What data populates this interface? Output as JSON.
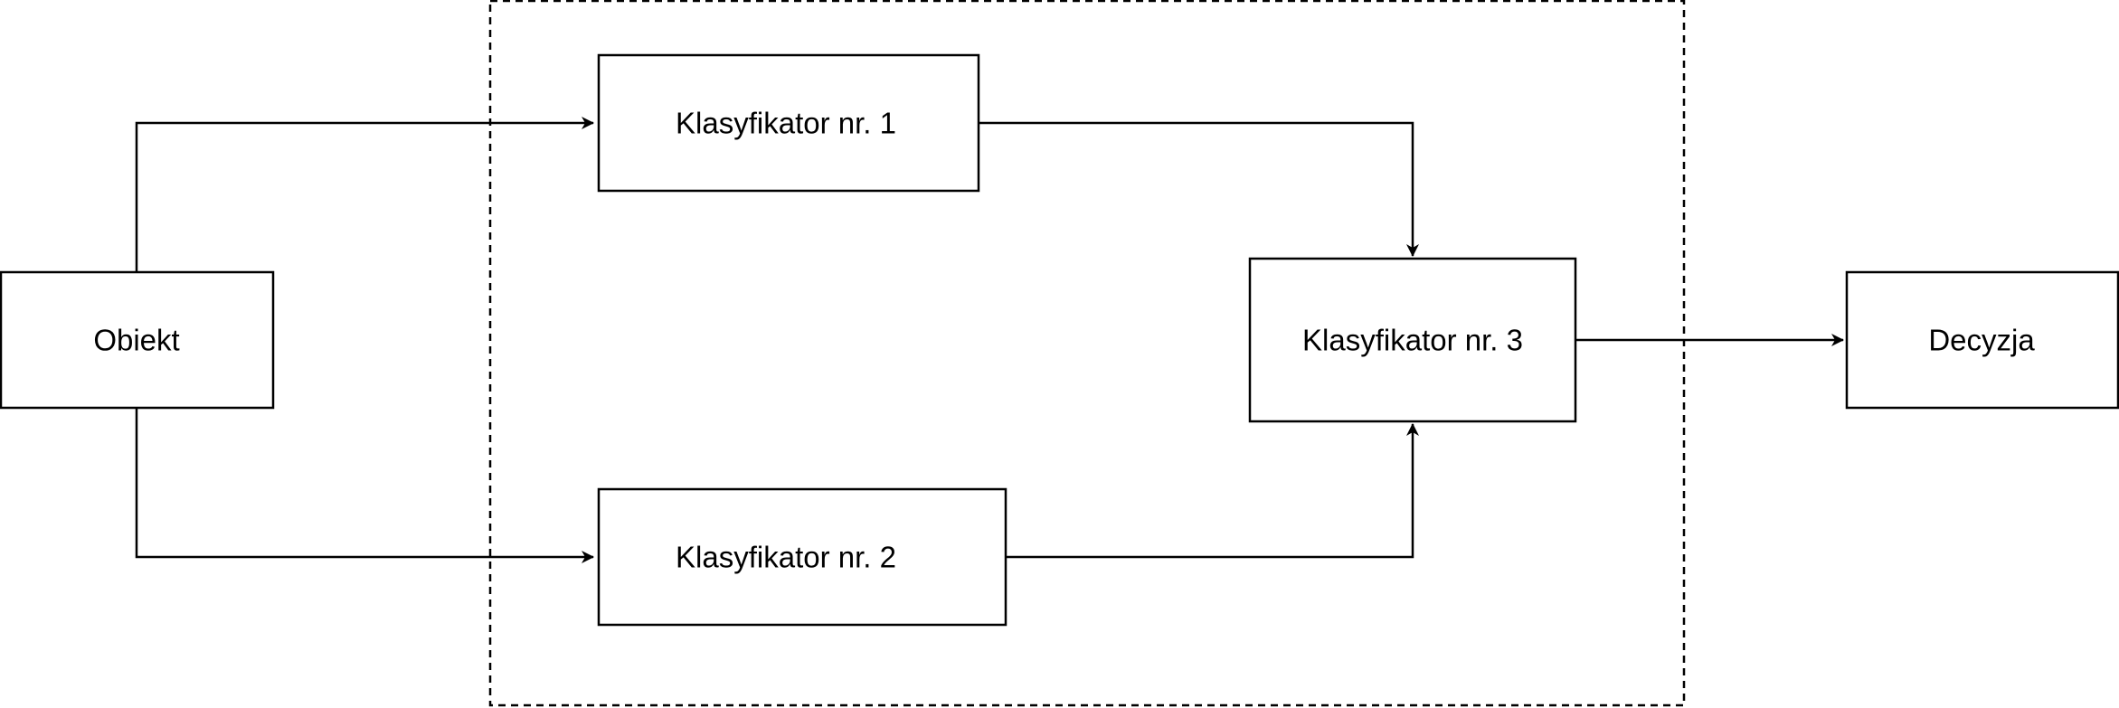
{
  "nodes": {
    "input": {
      "label": "Obiekt"
    },
    "classifier_1": {
      "label": "Klasyfikator nr. 1"
    },
    "classifier_2": {
      "label": "Klasyfikator nr. 2"
    },
    "classifier_3": {
      "label": "Klasyfikator nr. 3"
    },
    "output": {
      "label": "Decyzja"
    }
  },
  "edges": [
    {
      "from": "input",
      "to": "classifier_1"
    },
    {
      "from": "input",
      "to": "classifier_2"
    },
    {
      "from": "classifier_1",
      "to": "classifier_3"
    },
    {
      "from": "classifier_2",
      "to": "classifier_3"
    },
    {
      "from": "classifier_3",
      "to": "output"
    }
  ],
  "groups": {
    "ensemble": {
      "contains": [
        "classifier_1",
        "classifier_2",
        "classifier_3"
      ],
      "style": "dashed"
    }
  },
  "colors": {
    "stroke": "#000000",
    "background": "#ffffff"
  }
}
